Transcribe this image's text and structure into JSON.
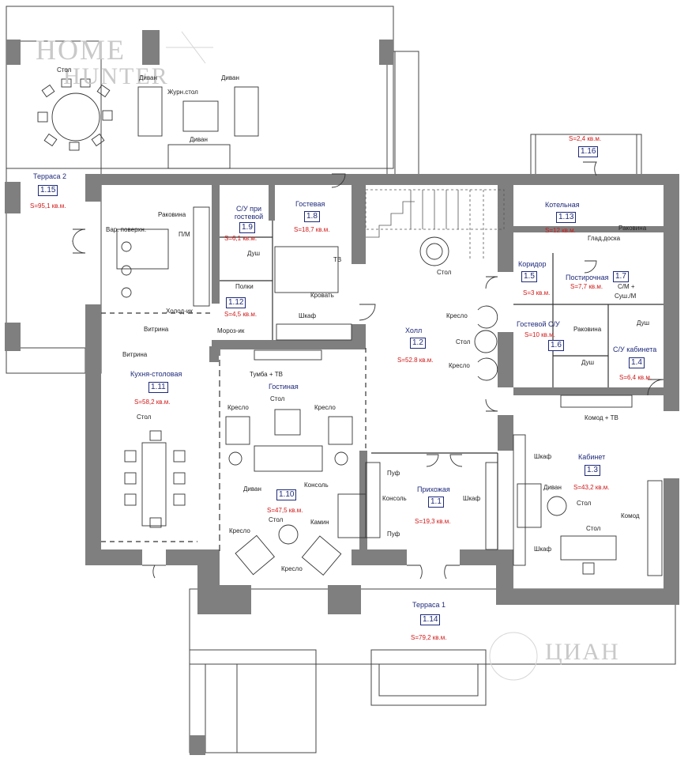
{
  "rooms": {
    "terrace2": {
      "name": "Терраса 2",
      "num": "1.15",
      "area": "S=95,1 кв.м."
    },
    "sanuzel_guest": {
      "name": "С/У при гостевой",
      "num": "1.9",
      "area": "S=6,1 кв.м."
    },
    "guest": {
      "name": "Гостевая",
      "num": "1.8",
      "area": "S=18,7 кв.м."
    },
    "boiler": {
      "name": "Котельная",
      "num": "1.13",
      "area": "S=12 кв.м."
    },
    "terrace16": {
      "num": "1.16",
      "area": "S=2,4 кв.м."
    },
    "pantry": {
      "num": "1.12",
      "area": "S=4,5 кв.м."
    },
    "corridor": {
      "name": "Коридор",
      "num": "1.5",
      "area": "S=3 кв.м."
    },
    "laundry": {
      "name": "Постирочная",
      "num": "1.7",
      "area": "S=7,7 кв.м."
    },
    "hall": {
      "name": "Холл",
      "num": "1.2",
      "area": "S=52.8 кв.м."
    },
    "guest_wc": {
      "name": "Гостевой С/У",
      "num": "1.6",
      "area": "S=10 кв.м."
    },
    "cabinet_wc": {
      "name": "С/У кабинета",
      "num": "1.4",
      "area": "S=6,4 кв.м."
    },
    "kitchen": {
      "name": "Кухня-столовая",
      "num": "1.11",
      "area": "S=58,2 кв.м."
    },
    "living": {
      "name": "Гостиная",
      "num": "1.10",
      "area": "S=47,5 кв.м."
    },
    "entry": {
      "name": "Прихожая",
      "num": "1.1",
      "area": "S=19,3 кв.м."
    },
    "cabinet": {
      "name": "Кабинет",
      "num": "1.3",
      "area": "S=43,2 кв.м."
    },
    "terrace1": {
      "name": "Терраса 1",
      "num": "1.14",
      "area": "S=79,2 кв.м."
    }
  },
  "furniture": {
    "stol": "Стол",
    "divan": "Диван",
    "zhurn_stol": "Журн.стол",
    "rakovina": "Раковина",
    "var_poverh": "Вар. поверхн.",
    "pm": "П/М",
    "holodik": "Холод-ик",
    "vitrina": "Витрина",
    "dush": "Душ",
    "tv": "ТВ",
    "krovat": "Кровать",
    "polki": "Полки",
    "moroz": "Мороз-ик",
    "shkaf": "Шкаф",
    "glad_doska": "Глад.доска",
    "sm": "С/М +",
    "sush": "Суш./М",
    "kreslo": "Кресло",
    "tumba_tv": "Тумба + ТВ",
    "komod_tv": "Комод + ТВ",
    "puf": "Пуф",
    "konsol": "Консоль",
    "kamin": "Камин",
    "komod": "Комод"
  },
  "watermark": {
    "brand1": "HOME",
    "brand2": "HUNTER",
    "corner": "ЦИАН"
  },
  "colors": {
    "wall": "#7f7f7f",
    "line": "#333333",
    "blue": "#1f2a7a",
    "red": "#d01818"
  }
}
